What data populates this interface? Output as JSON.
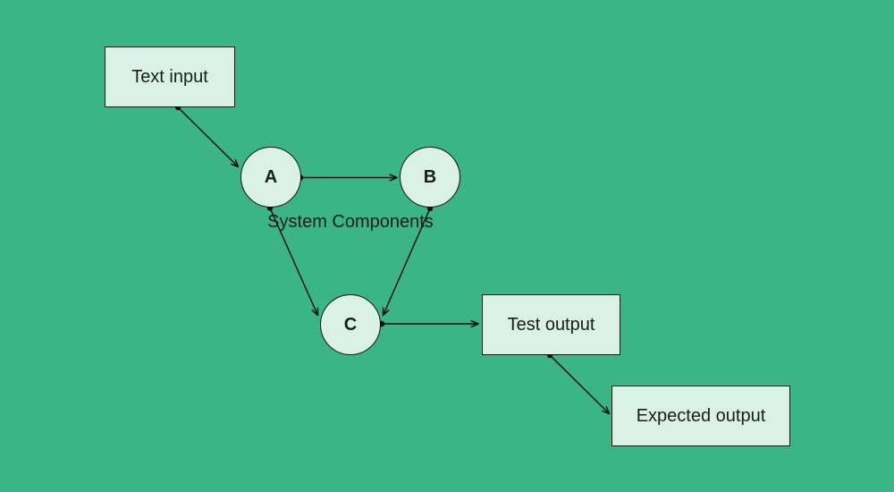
{
  "canvas": {
    "background_color": "#3cb586",
    "shape_fill_color": "#d9f1e6",
    "stroke_color": "#101010",
    "text_color": "#1c1c1c"
  },
  "nodes": {
    "text_input": {
      "label": "Text input",
      "shape": "rectangle"
    },
    "node_a": {
      "label": "A",
      "shape": "circle"
    },
    "node_b": {
      "label": "B",
      "shape": "circle"
    },
    "node_c": {
      "label": "C",
      "shape": "circle"
    },
    "test_output": {
      "label": "Test output",
      "shape": "rectangle"
    },
    "expected_output": {
      "label": "Expected output",
      "shape": "rectangle"
    }
  },
  "annotations": {
    "system_components": {
      "label": "System Components"
    }
  },
  "edges": [
    {
      "from": "Text input",
      "to": "A",
      "arrow": "end"
    },
    {
      "from": "A",
      "to": "B",
      "arrow": "end"
    },
    {
      "from": "A",
      "to": "C",
      "arrow": "end"
    },
    {
      "from": "B",
      "to": "C",
      "arrow": "end"
    },
    {
      "from": "C",
      "to": "Test output",
      "arrow": "end"
    },
    {
      "from": "Test output",
      "to": "Expected output",
      "arrow": "end"
    }
  ]
}
